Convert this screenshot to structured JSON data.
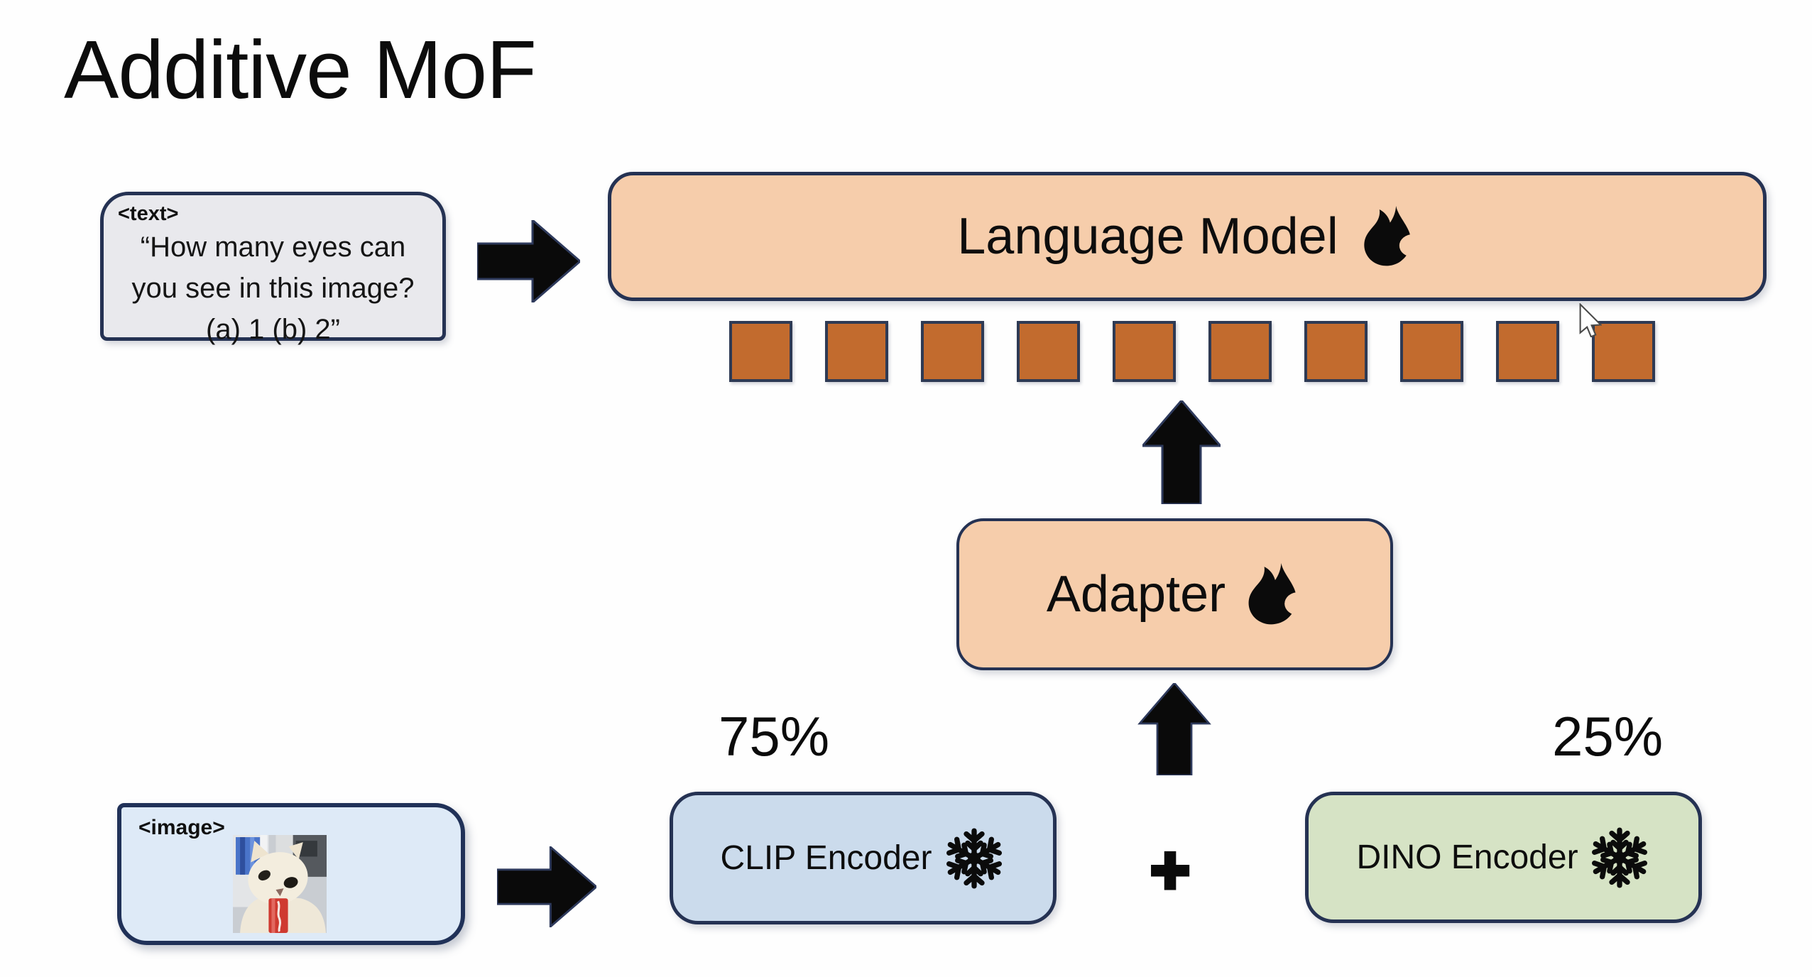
{
  "slide": {
    "title": "Additive MoF"
  },
  "colors": {
    "peach": "#F6CDAB",
    "token": "#C26B2E",
    "clip": "#CBDBEC",
    "dino": "#D6E3C5",
    "imagebox": "#DEEAF7",
    "textbox": "#E9E9ED",
    "navy": "#253253",
    "ink": "#0D0D0D"
  },
  "text_box": {
    "tag": "<text>",
    "line1": "“How many eyes can",
    "line2": "you see in this image?",
    "line3": "(a) 1 (b) 2”"
  },
  "image_box": {
    "tag": "<image>"
  },
  "language_model": {
    "label": "Language Model"
  },
  "adapter": {
    "label": "Adapter"
  },
  "clip_encoder": {
    "label": "CLIP Encoder",
    "weight": "75%"
  },
  "dino_encoder": {
    "label": "DINO Encoder",
    "weight": "25%"
  },
  "mixture": {
    "plus": "+"
  },
  "tokens": {
    "count": 10
  }
}
